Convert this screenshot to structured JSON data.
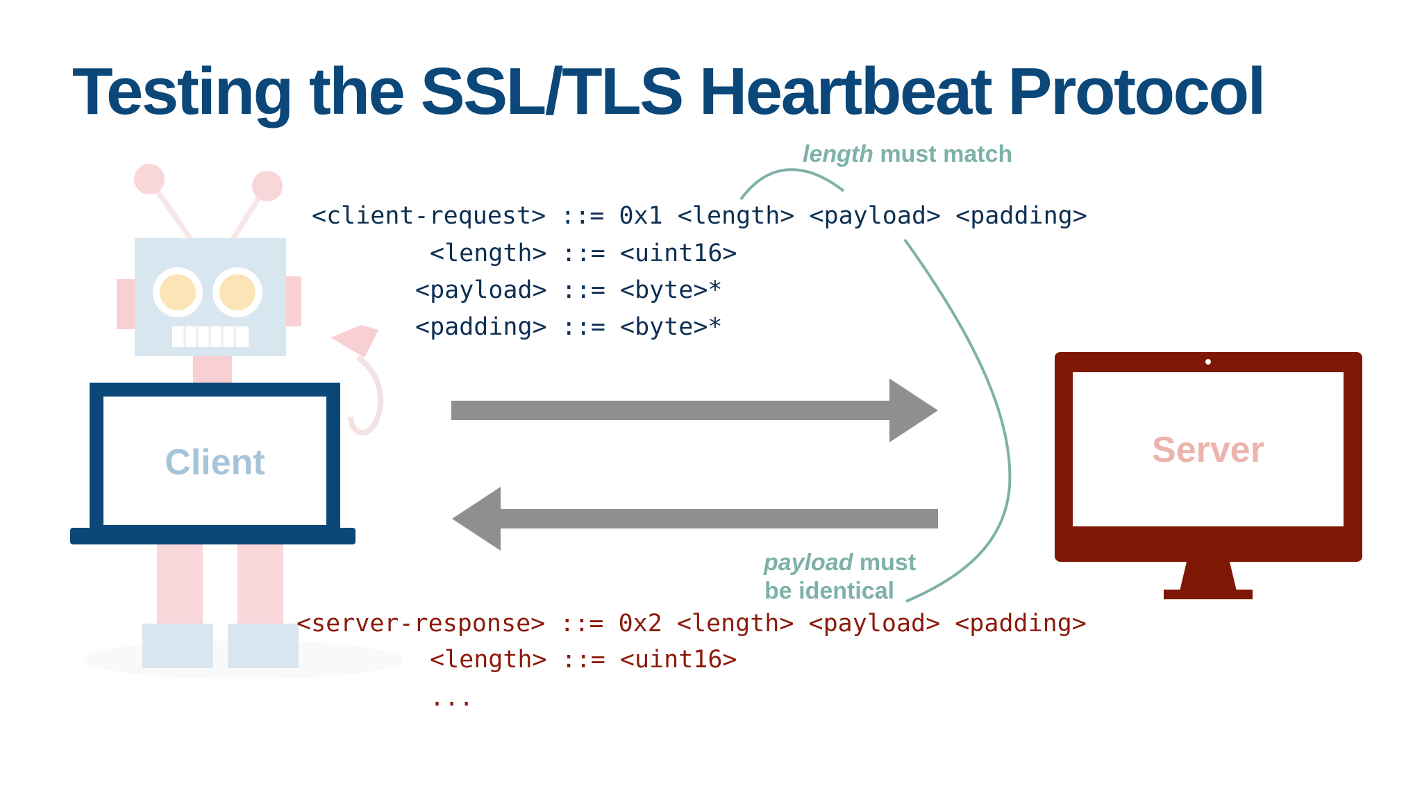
{
  "title": "Testing the SSL/TLS Heartbeat Protocol",
  "client_request": [
    "<client-request> ::= 0x1 <length> <payload> <padding>",
    "<length> ::= <uint16>",
    "<payload> ::= <byte>*",
    "<padding> ::= <byte>*"
  ],
  "server_response": [
    "<server-response> ::= 0x2 <length> <payload> <padding>",
    "<length> ::= <uint16>",
    "..."
  ],
  "annotations": {
    "length_term": "length",
    "length_rest": " must match",
    "payload_term": "payload",
    "payload_rest": " must",
    "payload_line2": "be identical"
  },
  "devices": {
    "client_label": "Client",
    "server_label": "Server"
  },
  "icons": {
    "robot": "robot-icon",
    "laptop": "laptop-icon",
    "monitor": "monitor-icon",
    "request_arrow": "arrow-right-icon",
    "response_arrow": "arrow-left-icon"
  },
  "colors": {
    "title": "#0b4778",
    "client": "#0b4778",
    "server": "#7f1705",
    "arrow": "#8f8e90",
    "annotation": "#7eb1a7",
    "request_text": "#0d2f52",
    "response_text": "#8d1a0c"
  }
}
